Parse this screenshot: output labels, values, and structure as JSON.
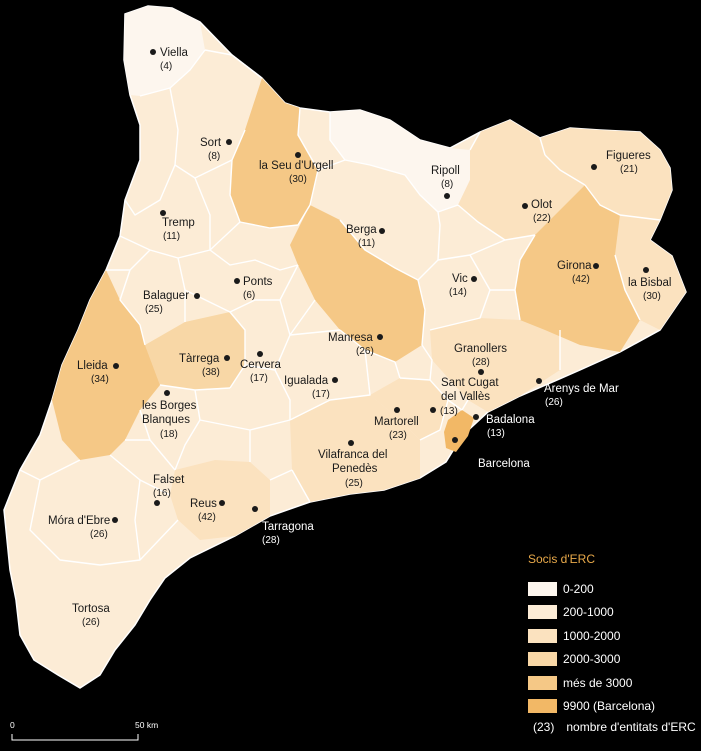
{
  "colors": {
    "c0": "#fdf6ee",
    "c1": "#fcecd6",
    "c2": "#fbe2bf",
    "c3": "#f8d7a6",
    "c4": "#f5c886",
    "c5": "#f2b866"
  },
  "places": [
    {
      "id": "viella",
      "name": "Viella",
      "count": "(4)"
    },
    {
      "id": "sort",
      "name": "Sort",
      "count": "(8)"
    },
    {
      "id": "seu",
      "name": "la Seu d'Urgell",
      "count": "(30)"
    },
    {
      "id": "ripoll",
      "name": "Ripoll",
      "count": "(8)"
    },
    {
      "id": "figueres",
      "name": "Figueres",
      "count": "(21)"
    },
    {
      "id": "olot",
      "name": "Olot",
      "count": "(22)"
    },
    {
      "id": "tremp",
      "name": "Tremp",
      "count": "(11)"
    },
    {
      "id": "berga",
      "name": "Berga",
      "count": "(11)"
    },
    {
      "id": "vic",
      "name": "Vic",
      "count": "(14)"
    },
    {
      "id": "girona",
      "name": "Girona",
      "count": "(42)"
    },
    {
      "id": "bisbal",
      "name": "la Bisbal",
      "count": "(30)"
    },
    {
      "id": "ponts",
      "name": "Ponts",
      "count": "(6)"
    },
    {
      "id": "balaguer",
      "name": "Balaguer",
      "count": "(25)"
    },
    {
      "id": "manresa",
      "name": "Manresa",
      "count": "(26)"
    },
    {
      "id": "granollers",
      "name": "Granollers",
      "count": "(28)"
    },
    {
      "id": "lleida",
      "name": "Lleida",
      "count": "(34)"
    },
    {
      "id": "tarrega",
      "name": "Tàrrega",
      "count": "(38)"
    },
    {
      "id": "cervera",
      "name": "Cervera",
      "count": "(17)"
    },
    {
      "id": "igualada",
      "name": "Igualada",
      "count": "(17)"
    },
    {
      "id": "santcugat",
      "name": "Sant Cugat del Vallès",
      "count": "(13)"
    },
    {
      "id": "arenys",
      "name": "Arenys de Mar",
      "count": "(26)"
    },
    {
      "id": "borges",
      "name": "les Borges Blanques",
      "count": "(18)"
    },
    {
      "id": "martorell",
      "name": "Martorell",
      "count": "(23)"
    },
    {
      "id": "badalona",
      "name": "Badalona",
      "count": "(13)"
    },
    {
      "id": "barcelona",
      "name": "Barcelona",
      "count": ""
    },
    {
      "id": "vilafranca",
      "name": "Vilafranca del Penedès",
      "count": "(25)"
    },
    {
      "id": "falset",
      "name": "Falset",
      "count": "(16)"
    },
    {
      "id": "reus",
      "name": "Reus",
      "count": "(42)"
    },
    {
      "id": "tarragona",
      "name": "Tarragona",
      "count": "(28)"
    },
    {
      "id": "mora",
      "name": "Móra d'Ebre",
      "count": "(26)"
    },
    {
      "id": "tortosa",
      "name": "Tortosa",
      "count": "(26)"
    }
  ],
  "legend": {
    "title": "Socis d'ERC",
    "items": [
      {
        "label": "0-200",
        "color": "#fdf6ee"
      },
      {
        "label": "200-1000",
        "color": "#fcecd6"
      },
      {
        "label": "1000-2000",
        "color": "#fbe2bf"
      },
      {
        "label": "2000-3000",
        "color": "#f8d7a6"
      },
      {
        "label": "més de 3000",
        "color": "#f5c886"
      },
      {
        "label": "9900  (Barcelona)",
        "color": "#f2b866"
      }
    ],
    "note_symbol": "(23)",
    "note_text": "nombre d'entitats d'ERC"
  },
  "scale": {
    "start": "0",
    "end": "50 km"
  }
}
